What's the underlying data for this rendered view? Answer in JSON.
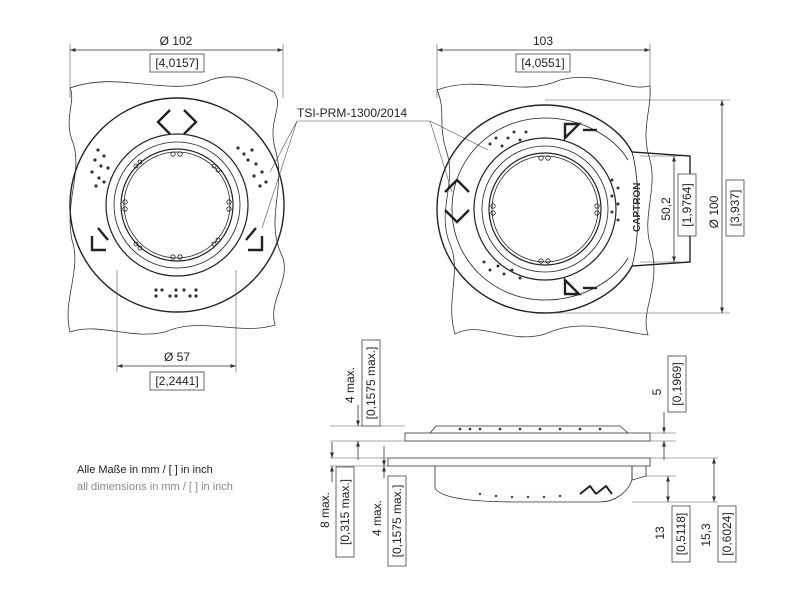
{
  "drawing": {
    "top_left": {
      "outer_dia": "Ø 102",
      "outer_dia_in": "[4,0157]",
      "inner_dia": "Ø 57",
      "inner_dia_in": "[2,2441]"
    },
    "top_right": {
      "width": "103",
      "width_in": "[4,0551]",
      "dia": "Ø 100",
      "dia_in": "[3,937]",
      "height": "50,2",
      "height_in": "[1,9764]",
      "brand": "CAPTRON"
    },
    "part_label": "TSI-PRM-1300/2014",
    "side_view": {
      "top_max": "4 max.",
      "top_max_in": "[0,1575 max.]",
      "right_top": "5",
      "right_top_in": "[0,1969]",
      "left_max": "8 max.",
      "left_max_in": "[0,315 max.]",
      "mid_max": "4 max.",
      "mid_max_in": "[0,1575 max.]",
      "right_a": "13",
      "right_a_in": "[0,5118]",
      "right_b": "15,3",
      "right_b_in": "[0,6024]"
    }
  },
  "notes": {
    "de": "Alle Maße in mm / [ ] in inch",
    "en": "all dimensions in mm / [ ] in inch"
  }
}
